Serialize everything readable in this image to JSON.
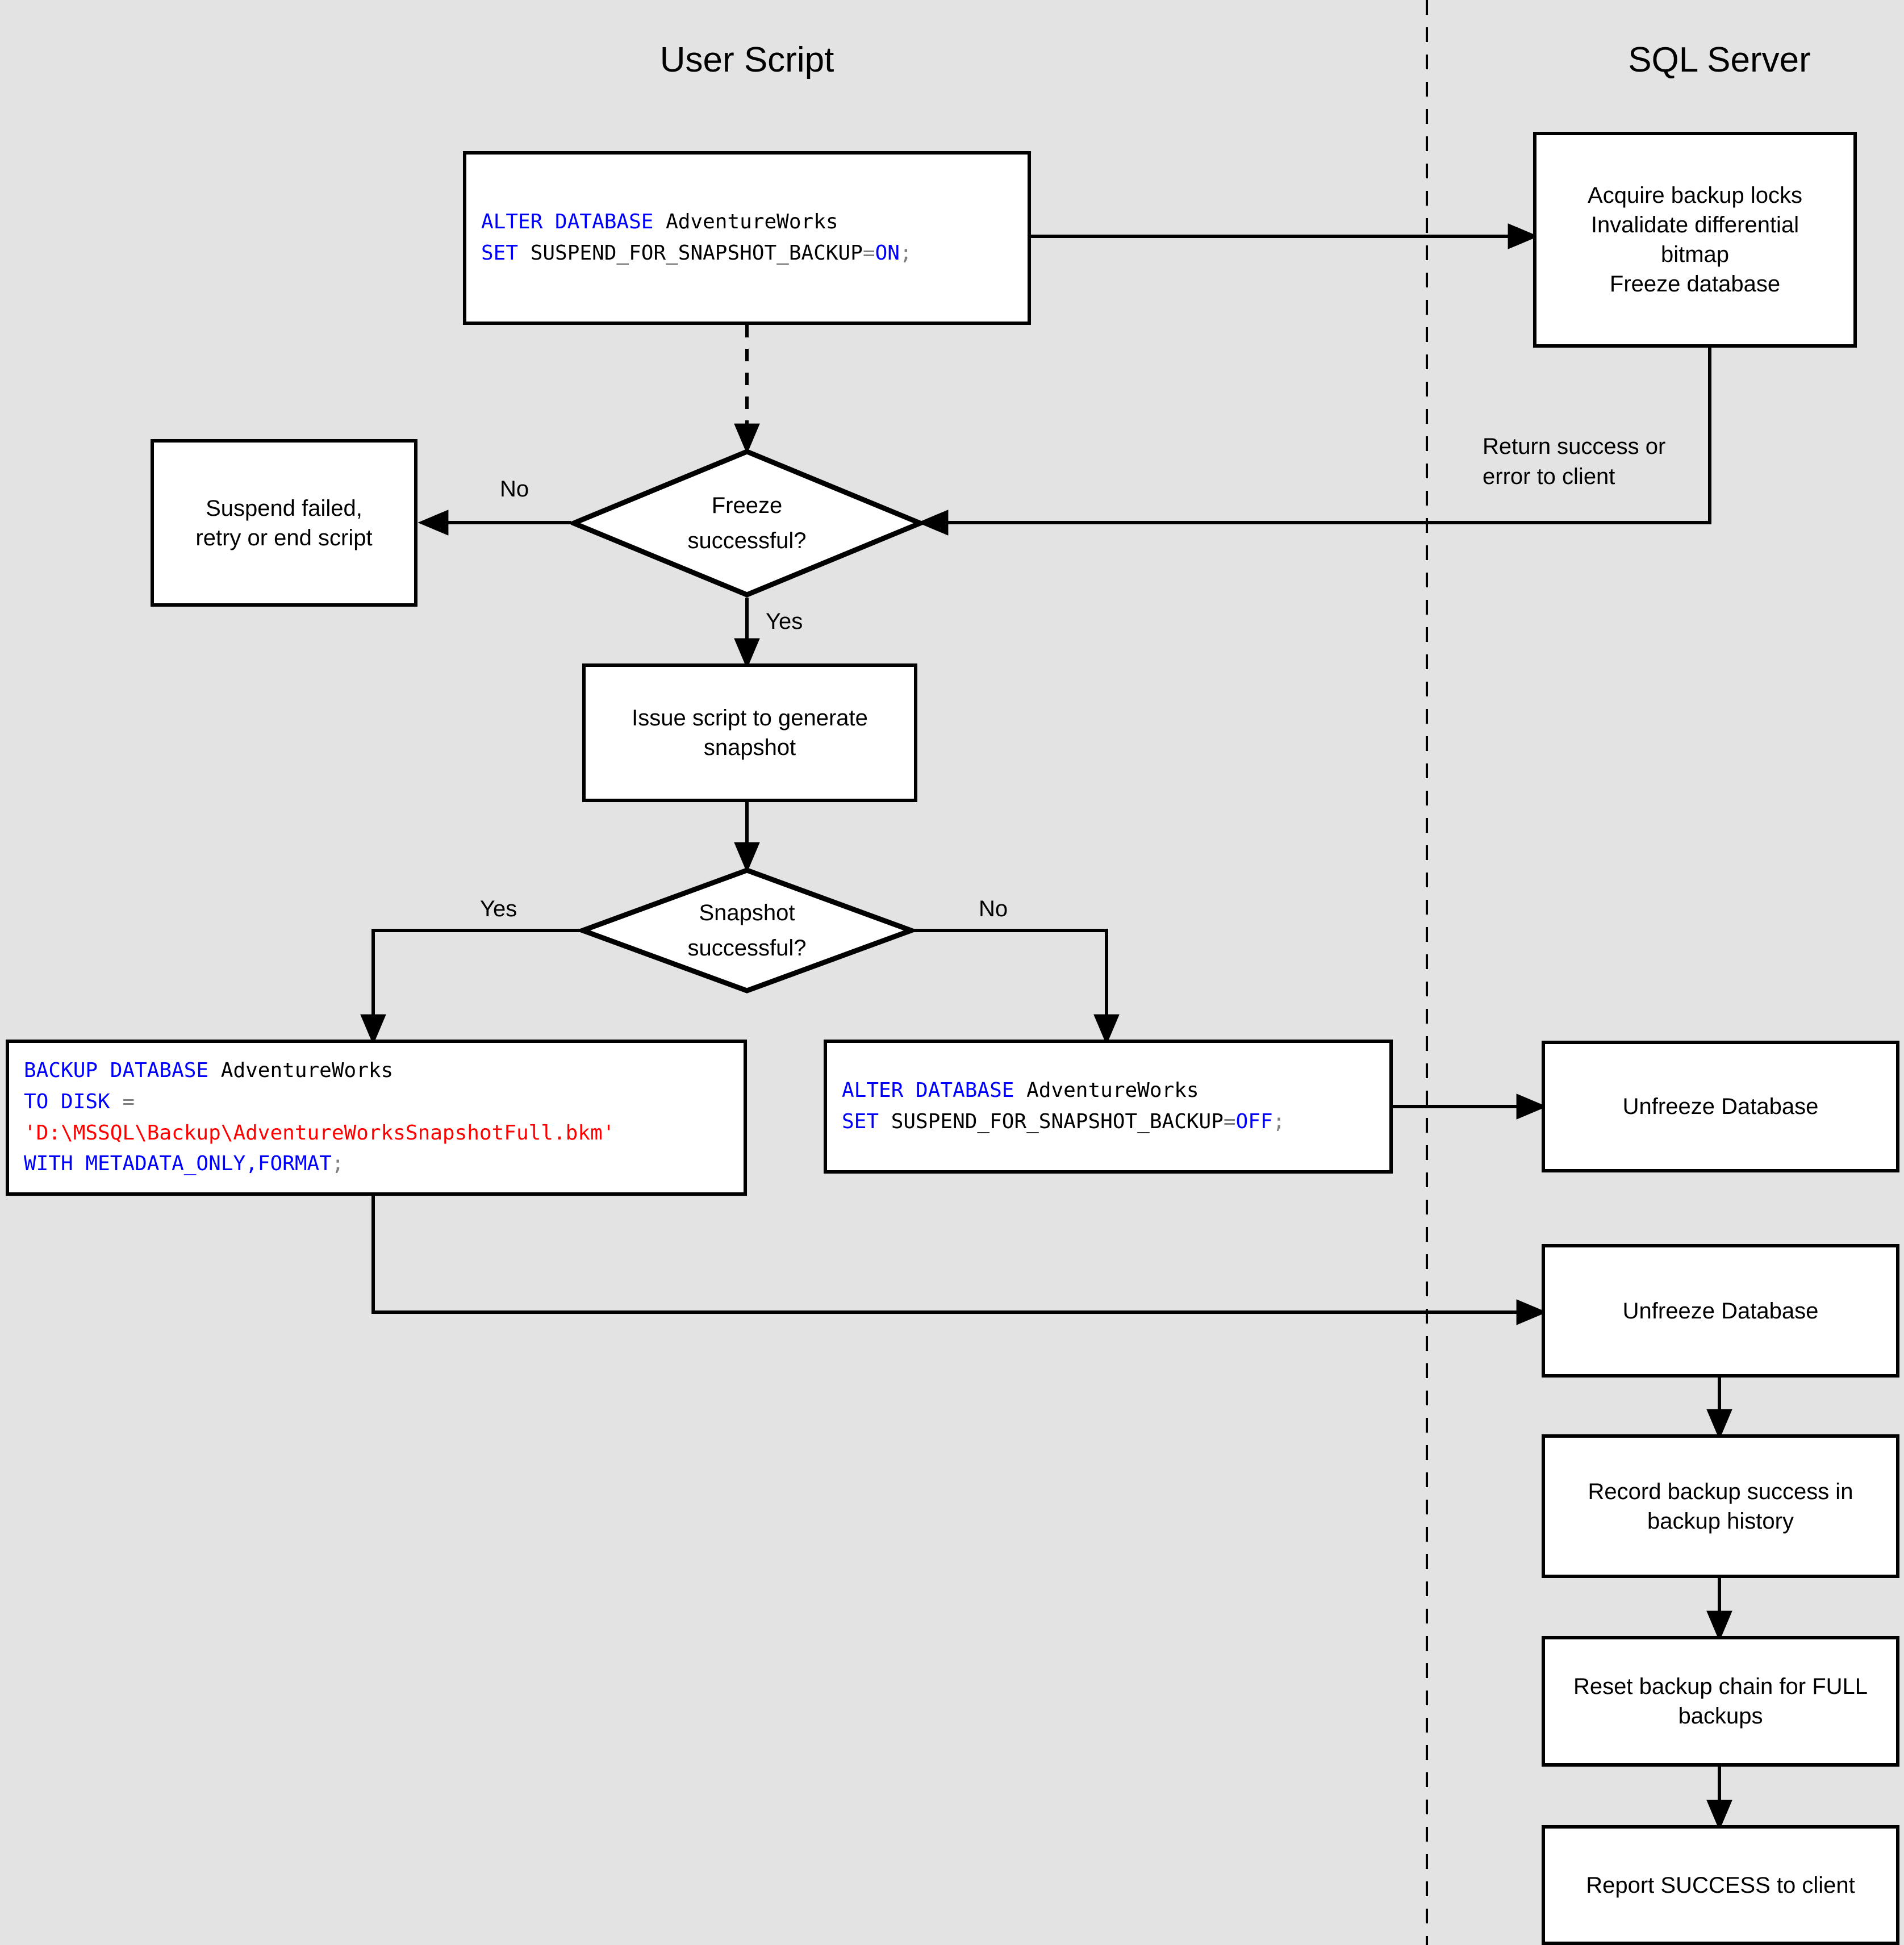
{
  "diagram": {
    "title": "SQL Server snapshot backup flow",
    "background_color": "#e3e3e3",
    "line_color": "#000000",
    "node_fill": "#ffffff",
    "code_colors": {
      "keyword": "#0000ff",
      "string": "#ff0000",
      "operator": "#808080",
      "plain": "#000000"
    }
  },
  "lanes": [
    {
      "id": "user-script",
      "title": "User Script"
    },
    {
      "id": "sql-server",
      "title": "SQL Server"
    }
  ],
  "nodes": {
    "alter_on": {
      "type": "code",
      "lines": [
        [
          {
            "t": "ALTER DATABASE ",
            "c": "kw"
          },
          {
            "t": "AdventureWorks",
            "c": "pl"
          }
        ],
        [
          {
            "t": "SET ",
            "c": "kw"
          },
          {
            "t": "SUSPEND_FOR_SNAPSHOT_BACKUP",
            "c": "pl"
          },
          {
            "t": "=",
            "c": "op"
          },
          {
            "t": "ON",
            "c": "kw"
          },
          {
            "t": ";",
            "c": "op"
          }
        ]
      ],
      "plain_text": "ALTER DATABASE AdventureWorks\nSET SUSPEND_FOR_SNAPSHOT_BACKUP=ON;"
    },
    "acquire_locks": {
      "type": "process",
      "text": "Acquire backup locks\nInvalidate differential\nbitmap\nFreeze database"
    },
    "freeze_decision": {
      "type": "decision",
      "text": "Freeze\nsuccessful?"
    },
    "suspend_failed": {
      "type": "process",
      "text": "Suspend failed,\nretry or end script"
    },
    "issue_script": {
      "type": "process",
      "text": "Issue script to generate\nsnapshot"
    },
    "snapshot_decision": {
      "type": "decision",
      "text": "Snapshot\nsuccessful?"
    },
    "backup_database": {
      "type": "code",
      "lines": [
        [
          {
            "t": "BACKUP DATABASE ",
            "c": "kw"
          },
          {
            "t": "AdventureWorks",
            "c": "pl"
          }
        ],
        [
          {
            "t": "TO DISK ",
            "c": "kw"
          },
          {
            "t": "=",
            "c": "op"
          }
        ],
        [
          {
            "t": "'D:\\MSSQL\\Backup\\AdventureWorksSnapshotFull.bkm'",
            "c": "str"
          }
        ],
        [
          {
            "t": "WITH METADATA_ONLY,FORMAT",
            "c": "kw"
          },
          {
            "t": ";",
            "c": "op"
          }
        ]
      ],
      "plain_text": "BACKUP DATABASE AdventureWorks\nTO DISK =\n'D:\\MSSQL\\Backup\\AdventureWorksSnapshotFull.bkm'\nWITH METADATA_ONLY,FORMAT;"
    },
    "alter_off": {
      "type": "code",
      "lines": [
        [
          {
            "t": "ALTER DATABASE ",
            "c": "kw"
          },
          {
            "t": "AdventureWorks",
            "c": "pl"
          }
        ],
        [
          {
            "t": "SET ",
            "c": "kw"
          },
          {
            "t": "SUSPEND_FOR_SNAPSHOT_BACKUP",
            "c": "pl"
          },
          {
            "t": "=",
            "c": "op"
          },
          {
            "t": "OFF",
            "c": "kw"
          },
          {
            "t": ";",
            "c": "op"
          }
        ]
      ],
      "plain_text": "ALTER DATABASE AdventureWorks\nSET SUSPEND_FOR_SNAPSHOT_BACKUP=OFF;"
    },
    "unfreeze_1": {
      "type": "process",
      "text": "Unfreeze Database"
    },
    "unfreeze_2": {
      "type": "process",
      "text": "Unfreeze Database"
    },
    "record_backup": {
      "type": "process",
      "text": "Record backup success in\nbackup history"
    },
    "reset_chain": {
      "type": "process",
      "text": "Reset backup chain for FULL\nbackups"
    },
    "report_success": {
      "type": "process",
      "text": "Report SUCCESS to client"
    }
  },
  "edge_labels": {
    "return_success": "Return success or\nerror to client",
    "freeze_no": "No",
    "freeze_yes": "Yes",
    "snapshot_yes": "Yes",
    "snapshot_no": "No"
  }
}
